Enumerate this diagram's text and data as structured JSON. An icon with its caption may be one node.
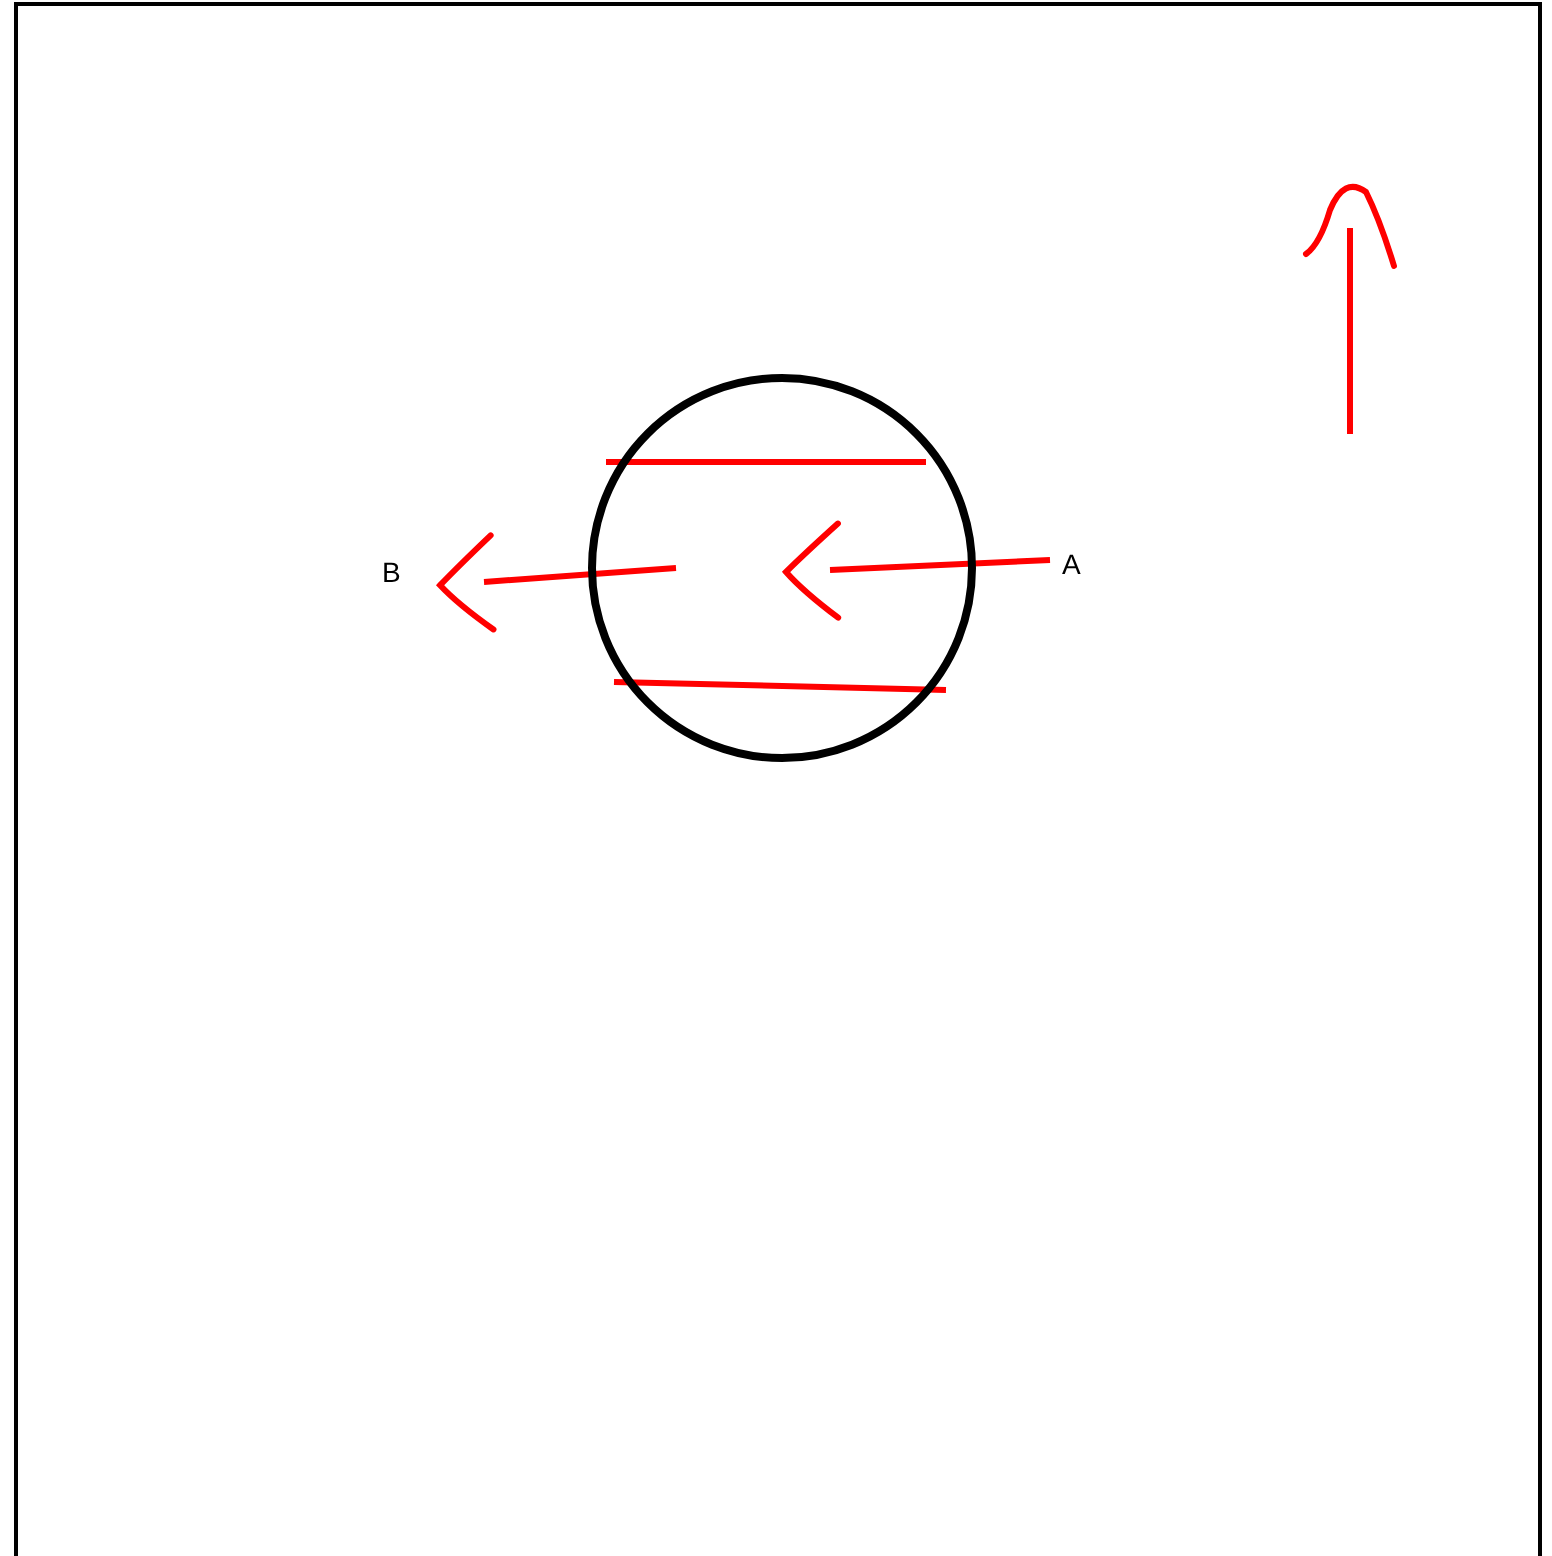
{
  "diagram": {
    "nodes": [
      {
        "text": [
          "A"
        ]
      },
      {
        "text": [],
        "shape": "circle"
      },
      {
        "text": [
          "B"
        ]
      }
    ],
    "edges": [
      {
        "from": 0,
        "to": 1,
        "arrow": "to",
        "color": "#ff0000"
      },
      {
        "from": 1,
        "to": 2,
        "arrow": "to",
        "color": "#ff0000"
      }
    ]
  }
}
